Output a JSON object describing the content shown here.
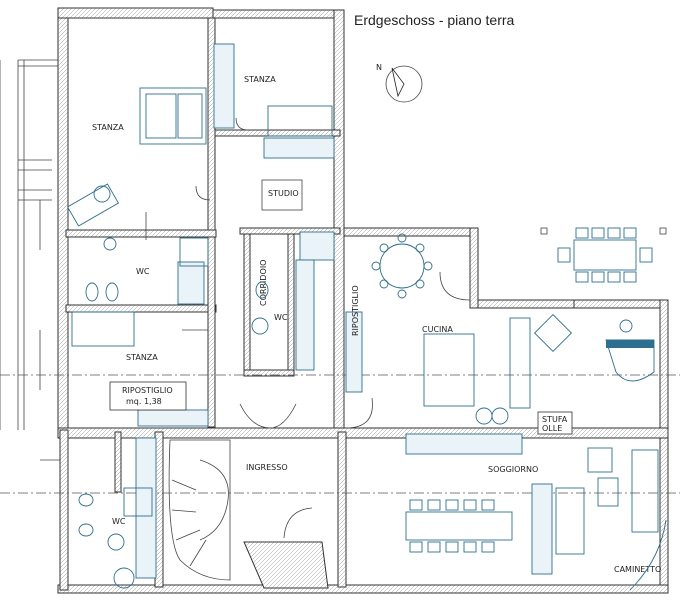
{
  "title": "Erdgeschoss - piano terra",
  "north_label": "N",
  "rooms": {
    "stanza_top_left": "STANZA",
    "stanza_top_center": "STANZA",
    "studio": "STUDIO",
    "wc_left": "WC",
    "corridoio": "CORRIDOIO",
    "wc_center": "WC",
    "ripostiglio_center": "RIPOSTIGLIO",
    "cucina": "CUCINA",
    "stanza_middle": "STANZA",
    "ripostiglio_label": "RIPOSTIGLIO",
    "ripostiglio_area": "mq.  1,38",
    "stufa_line1": "STUFA",
    "stufa_line2": "OLLE",
    "ingresso": "INGRESSO",
    "soggiorno": "SOGGIORNO",
    "wc_bottom": "WC",
    "caminetto": "CAMINETTO"
  }
}
